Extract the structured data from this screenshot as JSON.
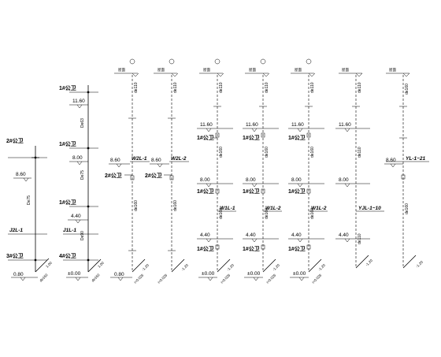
{
  "labels": {
    "room1": "1#公卫",
    "room2": "2#公卫",
    "room3": "3#公卫",
    "room4": "4#公卫",
    "vent_top": "屋面",
    "dia_vent": "de110",
    "dia_de75": "De75",
    "dia_de63": "De63",
    "dia_de90": "De90",
    "dia_de160": "de160",
    "dia_de110": "de110",
    "dia_yl": "de160",
    "bottom_note": "i=0.026",
    "bottom_note2": "1.00"
  },
  "levels": {
    "l1160": "11.60",
    "l860": "8.60",
    "l800": "8.00",
    "l440": "4.40",
    "l000": "±0.00",
    "l080": "0.80",
    "lm100": "-1.00",
    "l120": "-1.20"
  },
  "tags": {
    "j2l1": "J2L-1",
    "j1l1": "J1L-1",
    "w2l1": "W2L-1",
    "w2l2": "W2L-2",
    "w1l1": "W1L-1",
    "w1l2a": "W1L-2",
    "w1l2b": "W1L-2",
    "yjl": "YJL-1~10",
    "yl": "YL-1~21"
  }
}
